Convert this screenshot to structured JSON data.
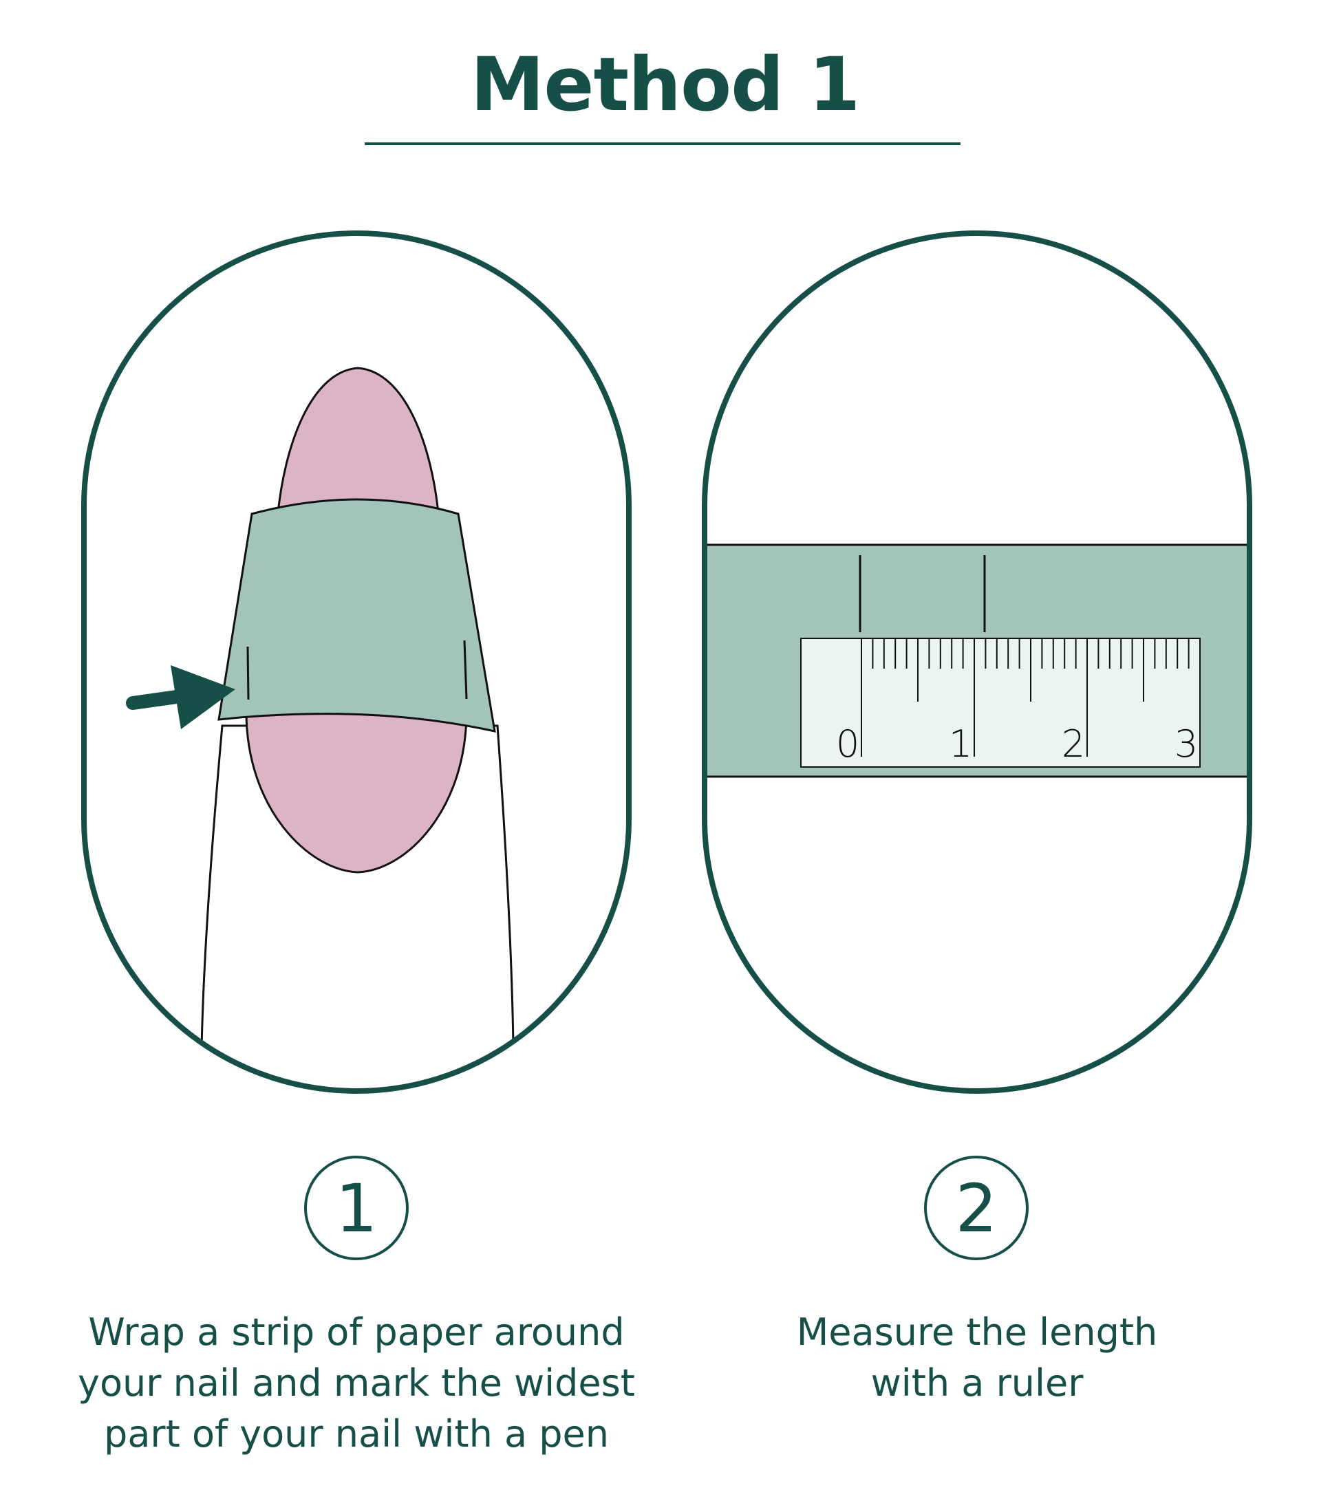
{
  "title": "Method 1",
  "colors": {
    "primary": "#154f48",
    "nail_pink": "#dcb4c6",
    "paper_strip": "#a3c4b9",
    "ruler": "#ecf4f2",
    "background": "#ffffff"
  },
  "steps": [
    {
      "number": "1",
      "caption_lines": [
        "Wrap a strip of paper around",
        "your nail and mark the widest",
        "part of your nail with a pen"
      ]
    },
    {
      "number": "2",
      "caption_lines": [
        "Measure the length",
        "with a ruler"
      ]
    }
  ],
  "ruler": {
    "labels": [
      "0",
      "1",
      "2",
      "3"
    ]
  }
}
